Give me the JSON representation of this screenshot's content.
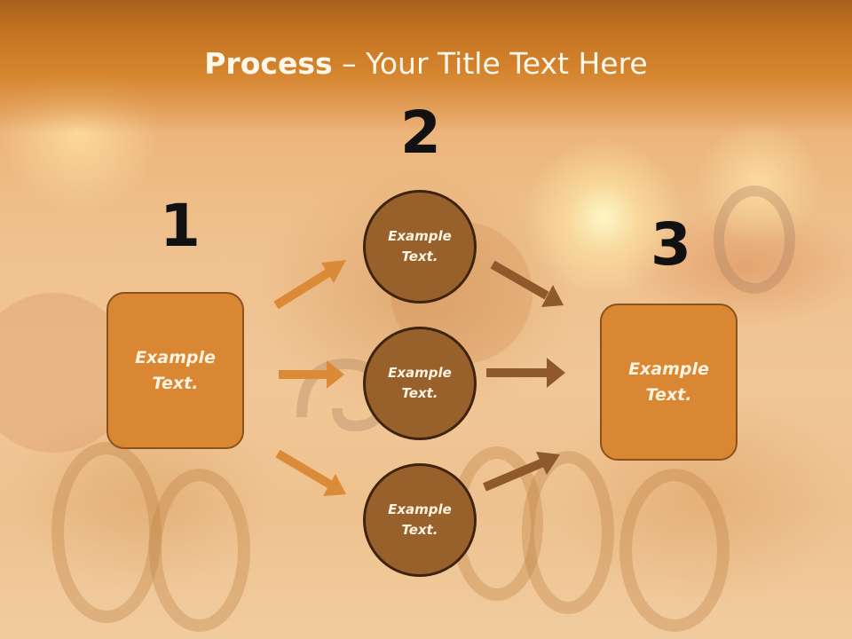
{
  "slide": {
    "title_bold": "Process",
    "title_rest": " – Your Title Text Here"
  },
  "steps": {
    "one": "1",
    "two": "2",
    "three": "3"
  },
  "left_box": {
    "text": "Example Text."
  },
  "right_box": {
    "text": "Example Text."
  },
  "circles": [
    {
      "text": "Example Text."
    },
    {
      "text": "Example Text."
    },
    {
      "text": "Example Text."
    }
  ],
  "colors": {
    "title_band": "#c57422",
    "box_fill": "#da8733",
    "circle_fill": "#98612c",
    "arrow_light": "#db8a38",
    "arrow_dark": "#8e5a2b"
  }
}
